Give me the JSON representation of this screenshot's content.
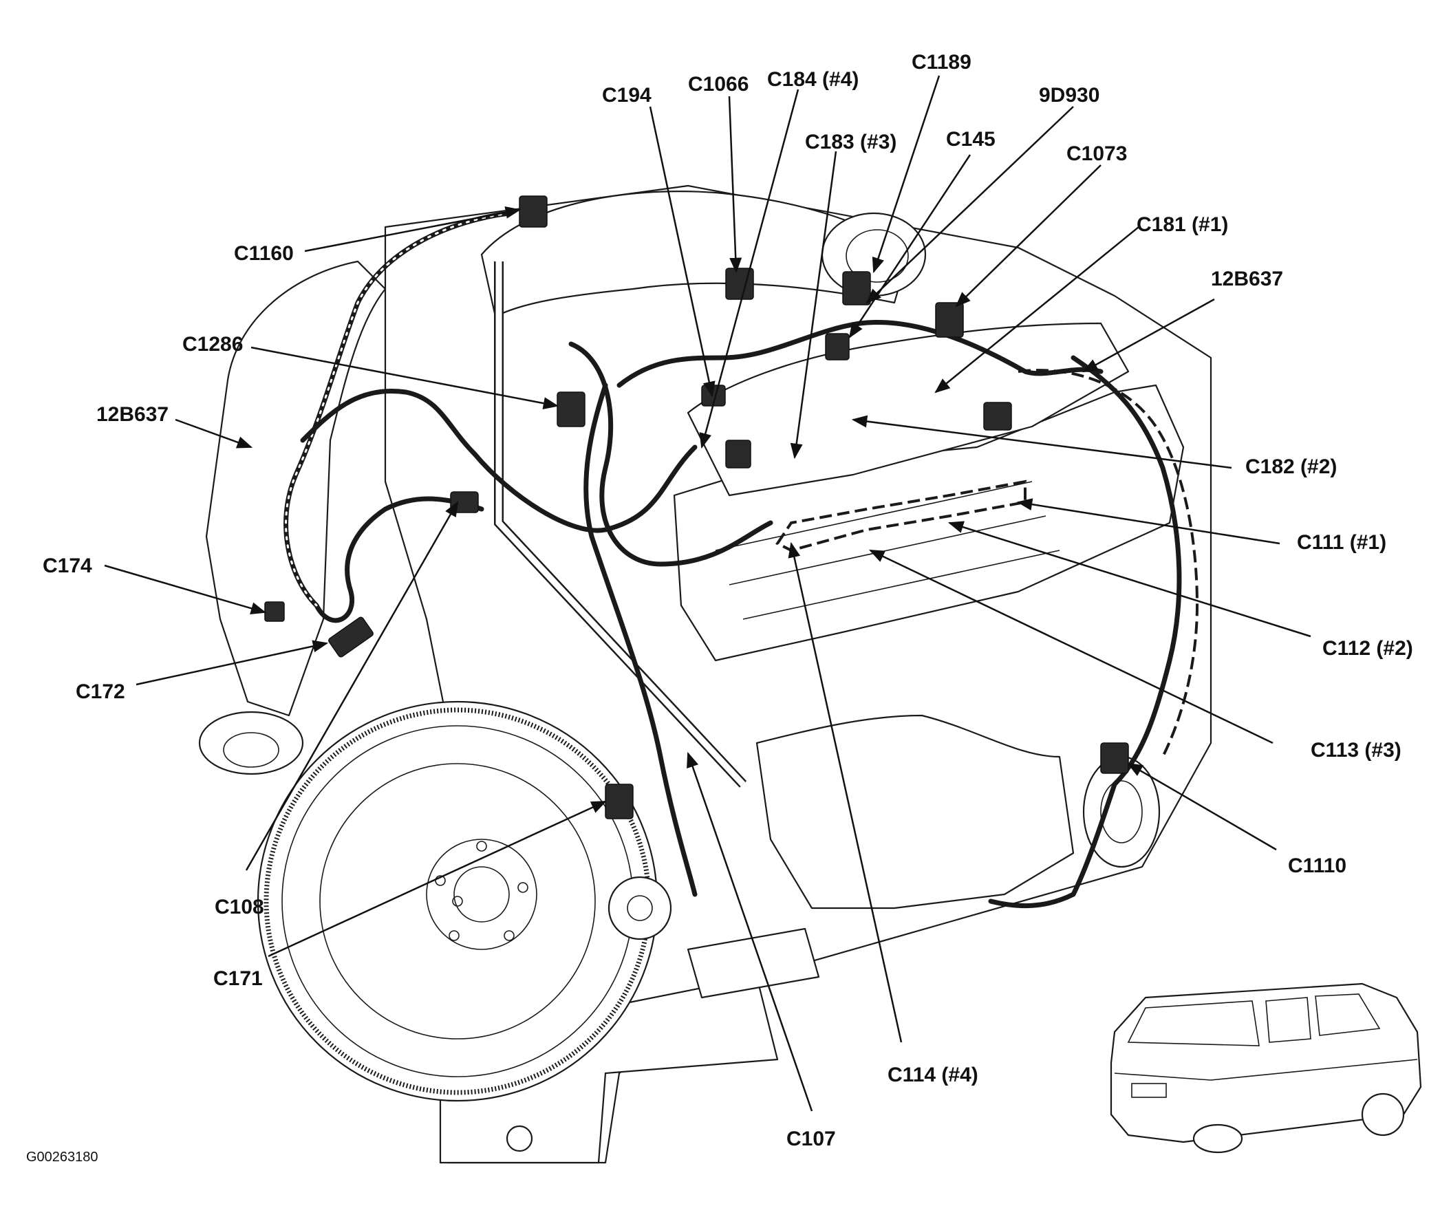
{
  "figure_id": "G00263180",
  "callouts": [
    {
      "key": "c194",
      "label": "C194"
    },
    {
      "key": "c1066",
      "label": "C1066"
    },
    {
      "key": "c184",
      "label": "C184 (#4)"
    },
    {
      "key": "c1189",
      "label": "C1189"
    },
    {
      "key": "c9d930",
      "label": "9D930"
    },
    {
      "key": "c183",
      "label": "C183 (#3)"
    },
    {
      "key": "c145",
      "label": "C145"
    },
    {
      "key": "c1073",
      "label": "C1073"
    },
    {
      "key": "c181",
      "label": "C181 (#1)"
    },
    {
      "key": "h12b637_right",
      "label": "12B637"
    },
    {
      "key": "c1160",
      "label": "C1160"
    },
    {
      "key": "c1286",
      "label": "C1286"
    },
    {
      "key": "h12b637_left",
      "label": "12B637"
    },
    {
      "key": "c182",
      "label": "C182 (#2)"
    },
    {
      "key": "c111",
      "label": "C111 (#1)"
    },
    {
      "key": "c174",
      "label": "C174"
    },
    {
      "key": "c112",
      "label": "C112 (#2)"
    },
    {
      "key": "c172",
      "label": "C172"
    },
    {
      "key": "c113",
      "label": "C113 (#3)"
    },
    {
      "key": "c1110",
      "label": "C1110"
    },
    {
      "key": "c108",
      "label": "C108"
    },
    {
      "key": "c171",
      "label": "C171"
    },
    {
      "key": "c114",
      "label": "C114 (#4)"
    },
    {
      "key": "c107",
      "label": "C107"
    }
  ]
}
